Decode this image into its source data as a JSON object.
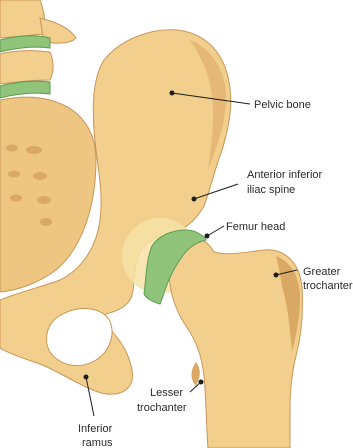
{
  "labels": {
    "pelvic_bone": "Pelvic bone",
    "aiis_line1": "Anterior inferior",
    "aiis_line2": "iliac spine",
    "femur_head": "Femur head",
    "greater_line1": "Greater",
    "greater_line2": "trochanter",
    "lesser_line1": "Lesser",
    "lesser_line2": "trochanter",
    "inferior_line1": "Inferior",
    "inferior_line2": "ramus"
  },
  "colors": {
    "bone_fill": "#f2cf8c",
    "bone_shadow": "#d9a865",
    "bone_outline": "#c9955a",
    "cartilage": "#8fc47a",
    "cartilage_outline": "#5f9a52",
    "socket_highlight": "#f7e3a4",
    "text": "#2b2b2b"
  }
}
